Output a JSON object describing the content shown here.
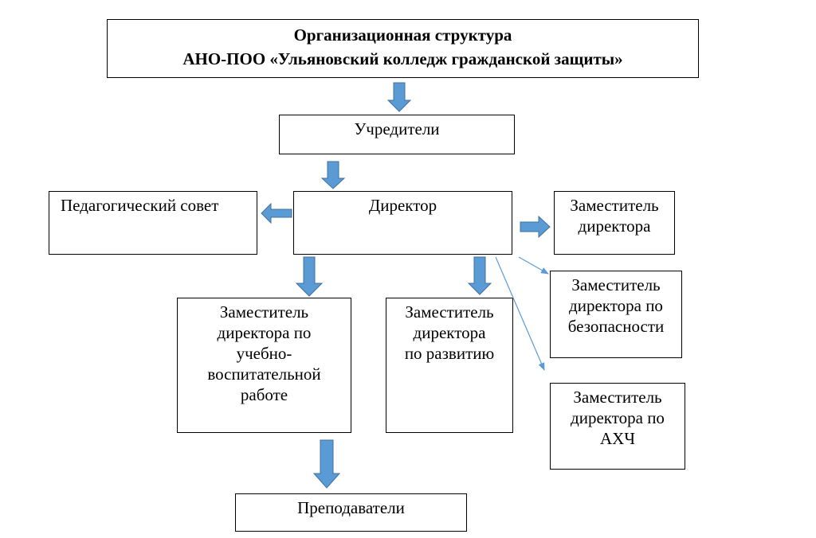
{
  "title": {
    "line1": "Организационная структура",
    "line2": "АНО-ПОО «Ульяновский колледж гражданской защиты»"
  },
  "nodes": {
    "founders": "Учредители",
    "director": "Директор",
    "pedagogical_council": "Педагогический совет",
    "deputy_director": [
      "Заместитель",
      "директора"
    ],
    "deputy_security": [
      "Заместитель",
      "директора по",
      "безопасности"
    ],
    "deputy_ahch": [
      "Заместитель",
      "директора по",
      "АХЧ"
    ],
    "deputy_education": [
      "Заместитель",
      "директора по",
      "учебно-",
      "воспитательной",
      "работе"
    ],
    "deputy_development": [
      "Заместитель",
      "директора",
      "по развитию"
    ],
    "teachers": "Преподаватели"
  },
  "colors": {
    "block_arrow_fill": "#5b9bd5",
    "block_arrow_stroke": "#41719c",
    "thin_arrow": "#5b9bd5"
  }
}
